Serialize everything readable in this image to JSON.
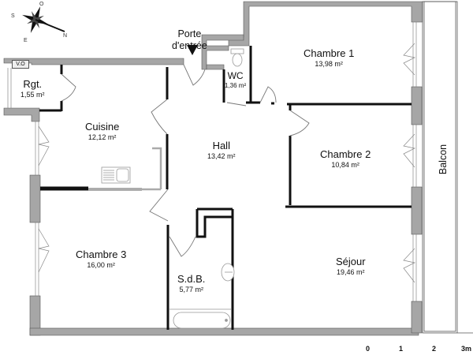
{
  "plan": {
    "compass": {
      "icon": "compass-rose-icon",
      "labels": {
        "north": "N",
        "south": "S",
        "east": "E",
        "west": "O"
      }
    },
    "entrance_label_line1": "Porte",
    "entrance_label_line2": "d'entrée",
    "vent_label": "V.O",
    "rooms": [
      {
        "name": "Rgt.",
        "area": "1,55 m²"
      },
      {
        "name": "Cuisine",
        "area": "12,12 m²"
      },
      {
        "name": "WC",
        "area": "1,36 m²"
      },
      {
        "name": "Chambre 1",
        "area": "13,98 m²"
      },
      {
        "name": "Hall",
        "area": "13,42 m²"
      },
      {
        "name": "Chambre 2",
        "area": "10,84 m²"
      },
      {
        "name": "Chambre 3",
        "area": "16,00 m²"
      },
      {
        "name": "S.d.B.",
        "area": "5,77 m²"
      },
      {
        "name": "Séjour",
        "area": "19,46 m²"
      }
    ],
    "balcony_label": "Balcon",
    "scale": {
      "ticks": [
        "0",
        "1",
        "2",
        "3m"
      ]
    },
    "colors": {
      "wall": "#a6a6a6",
      "partition": "#111111",
      "background": "#ffffff"
    }
  }
}
